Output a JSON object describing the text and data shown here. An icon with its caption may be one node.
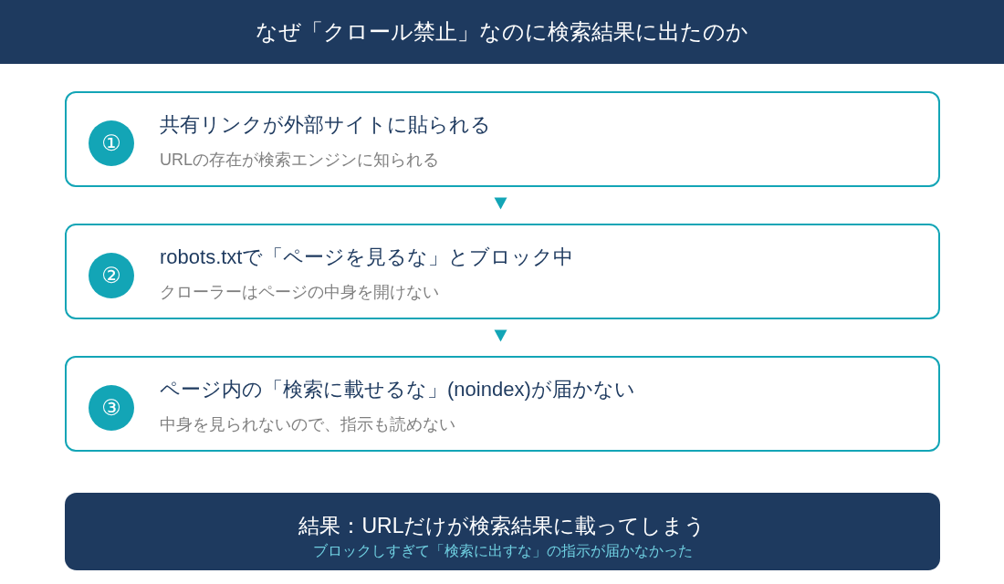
{
  "diagram": {
    "title": "なぜ「クロール禁止」なのに検索結果に出たのか",
    "nodes": [
      {
        "text": [
          "共有リンクが外部サイトに貼られる",
          "URLの存在が検索エンジンに知られる"
        ]
      },
      {
        "text": [
          "①"
        ],
        "in": 0
      },
      {
        "text": [
          "robots.txtで「ページを見るな」とブロック中",
          "クローラーはページの中身を開けない"
        ]
      },
      {
        "text": [
          "②"
        ],
        "in": 2
      },
      {
        "text": [
          "ページ内の「検索に載せるな」(noindex)が届かない",
          "中身を見られないので、指示も読めない"
        ]
      },
      {
        "text": [
          "③"
        ],
        "in": 4
      },
      {
        "text": [
          "結果：URLだけが検索結果に載ってしまう",
          "ブロックしすぎて「検索に出すな」の指示が届かなかった"
        ]
      }
    ],
    "edges": [
      {
        "from": 0,
        "to": 2,
        "arrow": "to"
      },
      {
        "from": 2,
        "to": 4,
        "arrow": "to"
      }
    ]
  }
}
